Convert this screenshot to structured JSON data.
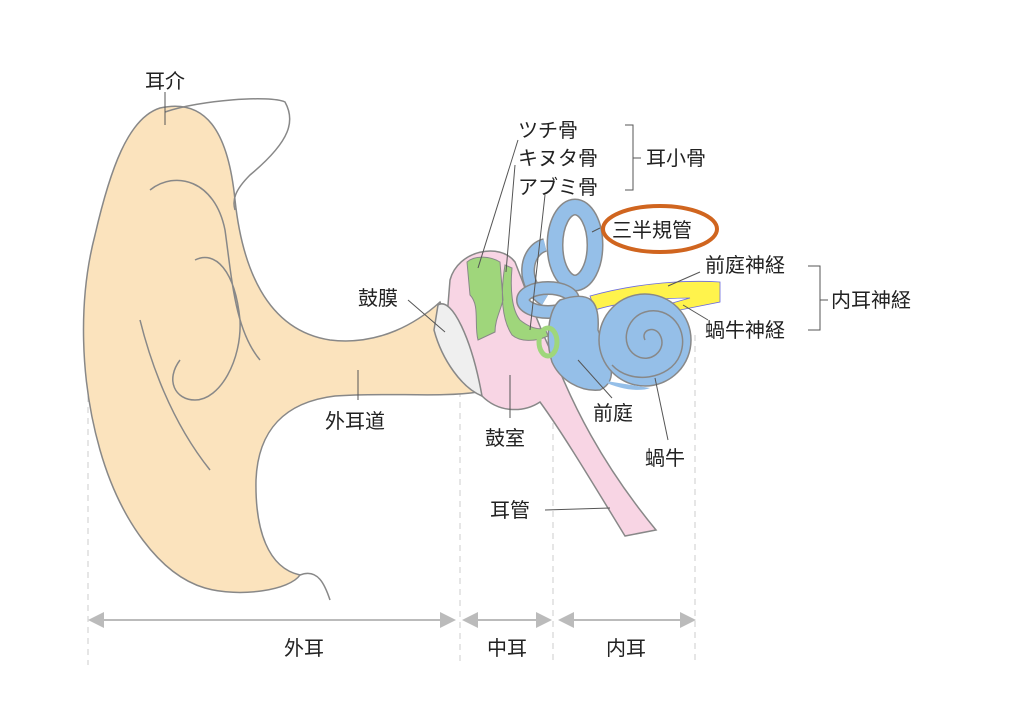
{
  "labels": {
    "pinna": "耳介",
    "ear_canal": "外耳道",
    "eardrum": "鼓膜",
    "malleus": "ツチ骨",
    "incus": "キヌタ骨",
    "stapes": "アブミ骨",
    "ossicles": "耳小骨",
    "semicircular_canals": "三半規管",
    "vestibular_nerve": "前庭神経",
    "cochlear_nerve": "蝸牛神経",
    "vestibulocochlear_nerve": "内耳神経",
    "vestibule": "前庭",
    "cochlea": "蝸牛",
    "tympanic_cavity": "鼓室",
    "eustachian_tube": "耳管"
  },
  "regions": {
    "outer_ear": "外耳",
    "middle_ear": "中耳",
    "inner_ear": "内耳"
  },
  "colors": {
    "outer": "#fbe3bd",
    "middle": "#f8d5e4",
    "ossicles": "#9fd67b",
    "inner": "#95bfe8",
    "nerve": "#fff34c",
    "eardrum": "#efefef",
    "highlight": "#d0651f"
  }
}
